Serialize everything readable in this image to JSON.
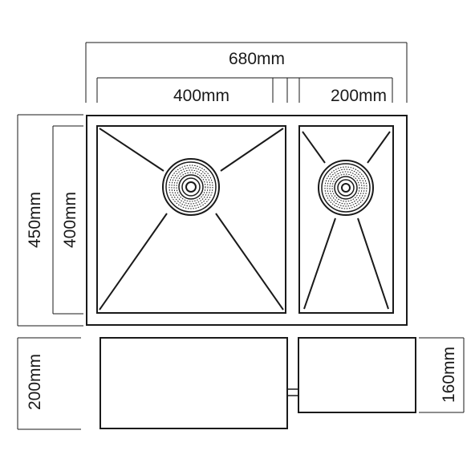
{
  "dimensions": {
    "overall_width": "680mm",
    "large_bowl_width": "400mm",
    "small_bowl_width": "200mm",
    "overall_depth": "450mm",
    "bowl_depth": "400mm",
    "large_bowl_height": "200mm",
    "small_bowl_height": "160mm"
  },
  "icons": {
    "large_drain": "drain-strainer-icon",
    "small_drain": "drain-strainer-icon"
  },
  "colors": {
    "line": "#1a1a1a",
    "background": "#ffffff"
  }
}
